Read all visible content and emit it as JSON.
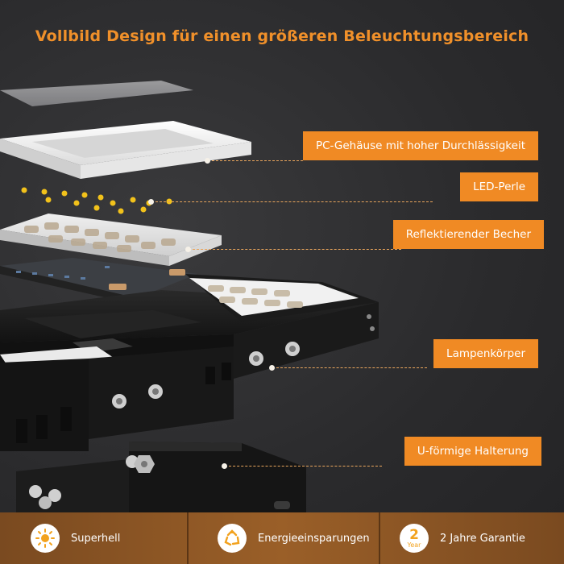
{
  "headline": "Vollbild Design für einen größeren Beleuchtungsbereich",
  "callouts": [
    {
      "label": "PC-Gehäuse mit hoher Durchlässigkeit"
    },
    {
      "label": "LED-Perle"
    },
    {
      "label": "Reflektierender Becher"
    },
    {
      "label": "Lampenkörper"
    },
    {
      "label": "U-förmige Halterung"
    }
  ],
  "features": [
    {
      "icon": "sun-icon",
      "label": "Superhell"
    },
    {
      "icon": "recycle-icon",
      "label": "Energieeinsparungen"
    },
    {
      "icon": "warranty-badge-icon",
      "badge_number": "2",
      "badge_unit": "Year",
      "label": "2 Jahre Garantie"
    }
  ],
  "colors": {
    "accent": "#f08a24",
    "background": "#2b2b2d",
    "bottom_bar": "#8a5424"
  }
}
